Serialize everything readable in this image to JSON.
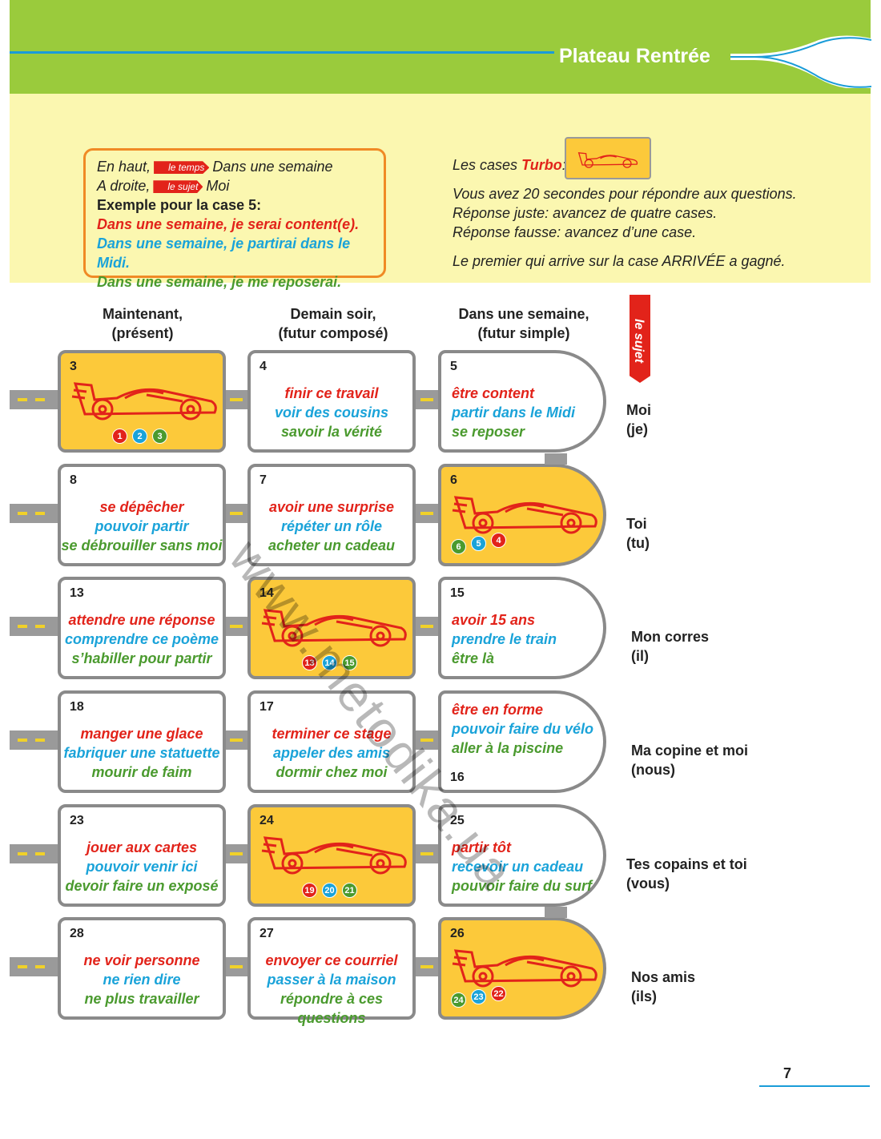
{
  "header": {
    "title": "Plateau Rentrée"
  },
  "rules": {
    "line1_prefix": "En haut,",
    "tag_time": "le temps",
    "line1_suffix": "Dans une semaine",
    "line2_prefix": "A droite,",
    "tag_subject": "le sujet",
    "line2_suffix": "Moi",
    "example_title": "Exemple pour la case 5:",
    "example_red": "Dans une semaine, je serai content(e).",
    "example_blue": "Dans une semaine, je partirai dans le Midi.",
    "example_green": "Dans une semaine, je me reposerai."
  },
  "turbo": {
    "intro": "Les cases",
    "word": "Turbo",
    "colon": ":",
    "line1": "Vous avez 20 secondes pour répondre aux questions.",
    "line2": "Réponse juste: avancez de quatre cases.",
    "line3": "Réponse fausse: avancez d’une case.",
    "line4": "Le premier qui arrive sur la case ARRIVÉE a gagné."
  },
  "columns": [
    {
      "l1": "Maintenant,",
      "l2": "(présent)"
    },
    {
      "l1": "Demain soir,",
      "l2": "(futur composé)"
    },
    {
      "l1": "Dans une semaine,",
      "l2": "(futur simple)"
    }
  ],
  "subject_flag": "le sujet",
  "subjects": [
    {
      "l1": "Moi",
      "l2": "(je)"
    },
    {
      "l1": "Toi",
      "l2": "(tu)"
    },
    {
      "l1": "Mon corres",
      "l2": "(il)"
    },
    {
      "l1": "Ma copine et moi",
      "l2": "(nous)"
    },
    {
      "l1": "Tes copains et toi",
      "l2": "(vous)"
    },
    {
      "l1": "Nos amis",
      "l2": "(ils)"
    }
  ],
  "cells": {
    "c3": {
      "num": "3",
      "dots": [
        "1",
        "2",
        "3"
      ]
    },
    "c4": {
      "num": "4",
      "red": "finir ce travail",
      "blue": "voir des cousins",
      "green": "savoir la vérité"
    },
    "c5": {
      "num": "5",
      "red": "être content",
      "blue": "partir dans le Midi",
      "green": "se reposer"
    },
    "c8": {
      "num": "8",
      "red": "se dépêcher",
      "blue": "pouvoir partir",
      "green": "se débrouiller sans moi"
    },
    "c7": {
      "num": "7",
      "red": "avoir une surprise",
      "blue": "répéter un rôle",
      "green": "acheter un cadeau"
    },
    "c6": {
      "num": "6",
      "dots": [
        "6",
        "5",
        "4"
      ]
    },
    "c13": {
      "num": "13",
      "red": "attendre une réponse",
      "blue": "comprendre ce poème",
      "green": "s’habiller pour partir"
    },
    "c14": {
      "num": "14",
      "dots": [
        "13",
        "14",
        "15"
      ]
    },
    "c15": {
      "num": "15",
      "red": "avoir 15 ans",
      "blue": "prendre le train",
      "green": "être là"
    },
    "c18": {
      "num": "18",
      "red": "manger une glace",
      "blue": "fabriquer une statuette",
      "green": "mourir de faim"
    },
    "c17": {
      "num": "17",
      "red": "terminer ce stage",
      "blue": "appeler des amis",
      "green": "dormir chez moi"
    },
    "c16": {
      "num": "16",
      "red": "être en forme",
      "blue": "pouvoir faire du vélo",
      "green": "aller à la piscine"
    },
    "c23": {
      "num": "23",
      "red": "jouer aux cartes",
      "blue": "pouvoir venir ici",
      "green": "devoir faire un exposé"
    },
    "c24": {
      "num": "24",
      "dots": [
        "19",
        "20",
        "21"
      ]
    },
    "c25": {
      "num": "25",
      "red": "partir tôt",
      "blue": "recevoir un cadeau",
      "green": "pouvoir faire du surf"
    },
    "c28": {
      "num": "28",
      "red": "ne voir personne",
      "blue": "ne rien dire",
      "green": "ne plus travailler"
    },
    "c27": {
      "num": "27",
      "red": "envoyer ce courriel",
      "blue": "passer à la maison",
      "green": "répondre à ces questions"
    },
    "c26": {
      "num": "26",
      "dots": [
        "24",
        "23",
        "22"
      ]
    }
  },
  "watermark": "www.metodika.ua",
  "page_number": "7",
  "colors": {
    "header": "#9acb3c",
    "band": "#fbf7b0",
    "red": "#e2231a",
    "blue": "#1aa3d9",
    "green": "#4a9a2e",
    "turbo": "#fcc93a"
  }
}
